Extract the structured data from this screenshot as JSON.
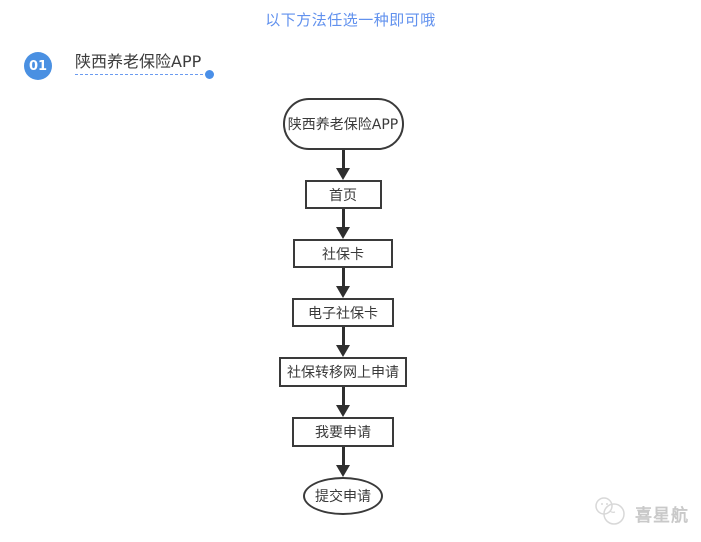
{
  "page": {
    "title": "以下方法任选一种即可哦"
  },
  "section": {
    "badge": "01",
    "heading": "陕西养老保险APP"
  },
  "flowchart": {
    "nodes": [
      {
        "label": "陕西养老保险APP",
        "shape": "stadium"
      },
      {
        "label": "首页",
        "shape": "rect"
      },
      {
        "label": "社保卡",
        "shape": "rect"
      },
      {
        "label": "电子社保卡",
        "shape": "rect"
      },
      {
        "label": "社保转移网上申请",
        "shape": "rect"
      },
      {
        "label": "我要申请",
        "shape": "rect"
      },
      {
        "label": "提交申请",
        "shape": "ellipse"
      }
    ]
  },
  "watermark": {
    "brand": "喜星航"
  },
  "colors": {
    "accent_blue": "#6191ee",
    "badge_blue": "#4a90e2",
    "dot_blue": "#4a8fe8",
    "node_border": "#3a3a3a",
    "watermark_gray": "#c9c9c9"
  }
}
